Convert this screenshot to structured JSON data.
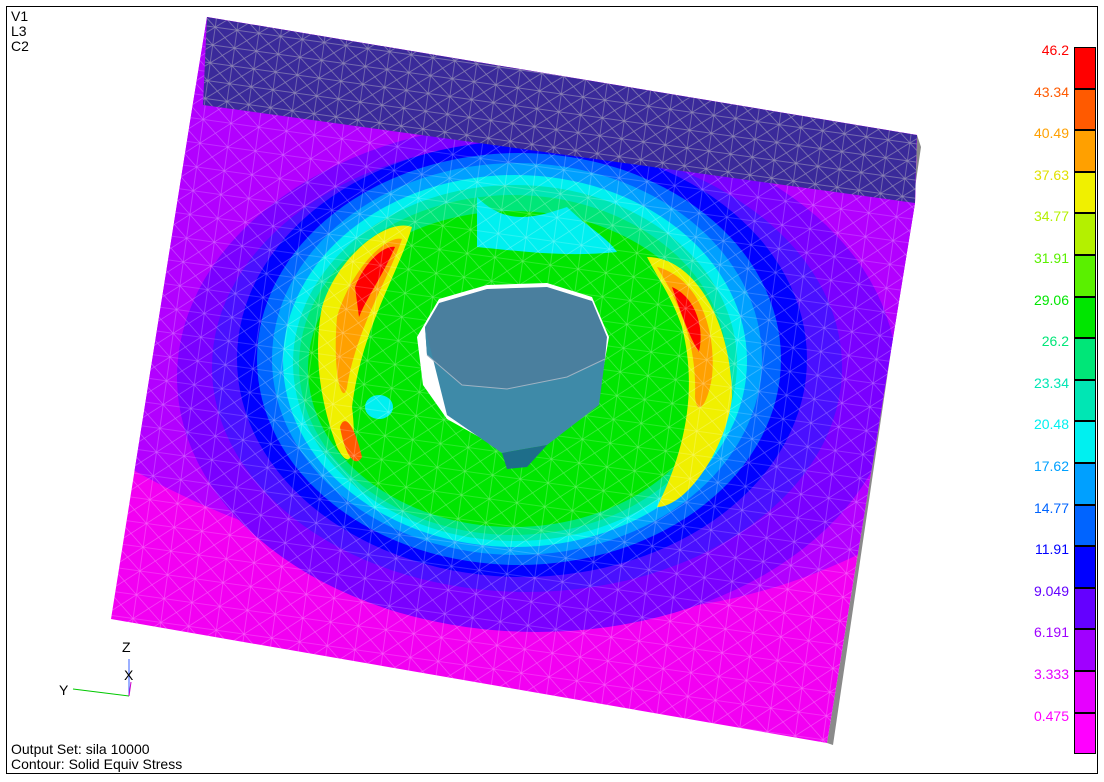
{
  "view": {
    "lines": [
      "V1",
      "L3",
      "C2"
    ]
  },
  "footer": {
    "output_set": "Output Set: sila 10000",
    "contour": "Contour: Solid Equiv Stress"
  },
  "triad": {
    "z_label": "Z",
    "x_label": "X",
    "y_label": "Y"
  },
  "legend": {
    "levels": [
      {
        "value": "46.2",
        "color": "#ff0000"
      },
      {
        "value": "43.34",
        "color": "#ff5a00"
      },
      {
        "value": "40.49",
        "color": "#ffa000"
      },
      {
        "value": "37.63",
        "color": "#f0f000"
      },
      {
        "value": "34.77",
        "color": "#b4f000"
      },
      {
        "value": "31.91",
        "color": "#5af000"
      },
      {
        "value": "29.06",
        "color": "#00e600"
      },
      {
        "value": "26.2",
        "color": "#00e678"
      },
      {
        "value": "23.34",
        "color": "#00e6b4"
      },
      {
        "value": "20.48",
        "color": "#00f0f0"
      },
      {
        "value": "17.62",
        "color": "#00a0ff"
      },
      {
        "value": "14.77",
        "color": "#0064ff"
      },
      {
        "value": "11.91",
        "color": "#0000ff"
      },
      {
        "value": "9.049",
        "color": "#6400ff"
      },
      {
        "value": "6.191",
        "color": "#a000ff"
      },
      {
        "value": "3.333",
        "color": "#e600ff"
      },
      {
        "value": "0.475",
        "color": "#ff00ff"
      }
    ]
  }
}
